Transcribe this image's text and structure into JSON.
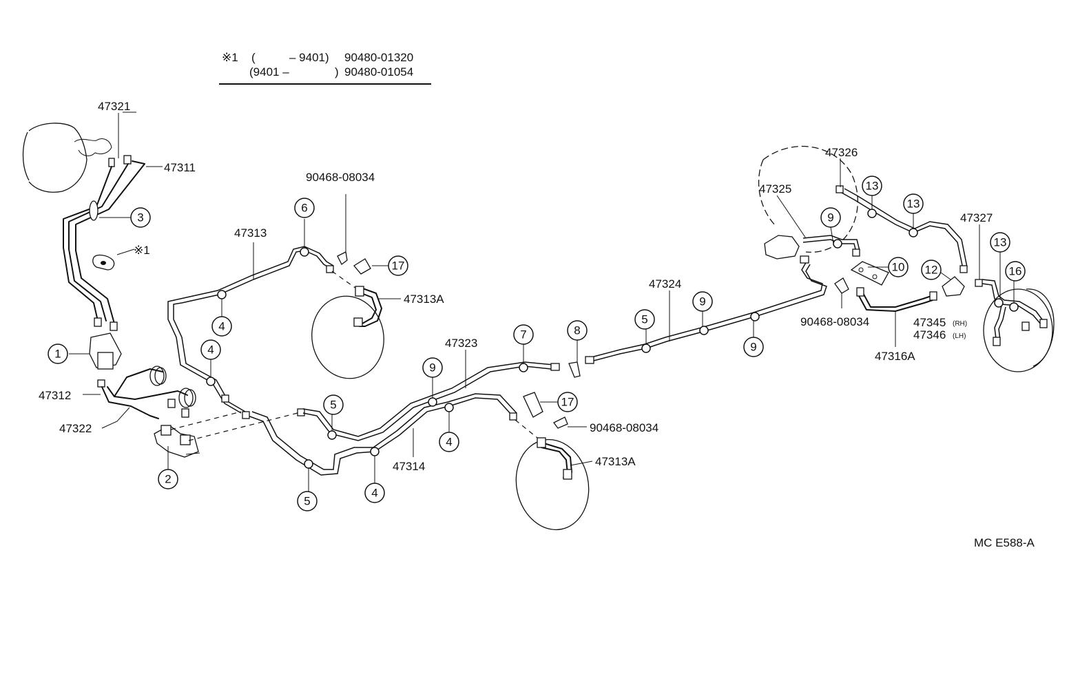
{
  "header_note": {
    "line1_ref": "※1",
    "line1_range_open": "(",
    "line1_range_end": "– 9401)",
    "line1_part": "90480-01320",
    "line2_range": "(9401 –",
    "line2_range_close": ")",
    "line2_part": "90480-01054"
  },
  "part_labels": {
    "p47321": "47321",
    "p47311": "47311",
    "p47312": "47312",
    "p47322": "47322",
    "p47313": "47313",
    "p90468_top": "90468-08034",
    "p47313A_top": "47313A",
    "p47323": "47323",
    "p47314": "47314",
    "p90468_mid": "90468-08034",
    "p47313A_bottom": "47313A",
    "p47324": "47324",
    "p47326": "47326",
    "p47325": "47325",
    "p47327": "47327",
    "p90468_right": "90468-08034",
    "p47316A": "47316A",
    "p47345": "47345",
    "p47345_side": "(RH)",
    "p47346": "47346",
    "p47346_side": "(LH)",
    "ref_star": "※1",
    "diagram_code": "MC E588-A"
  },
  "callouts": [
    {
      "id": "c1",
      "num": "1"
    },
    {
      "id": "c2",
      "num": "2"
    },
    {
      "id": "c3",
      "num": "3"
    },
    {
      "id": "c4a",
      "num": "4"
    },
    {
      "id": "c4b",
      "num": "4"
    },
    {
      "id": "c4c",
      "num": "4"
    },
    {
      "id": "c4d",
      "num": "4"
    },
    {
      "id": "c5a",
      "num": "5"
    },
    {
      "id": "c5b",
      "num": "5"
    },
    {
      "id": "c5c",
      "num": "5"
    },
    {
      "id": "c6",
      "num": "6"
    },
    {
      "id": "c7",
      "num": "7"
    },
    {
      "id": "c8",
      "num": "8"
    },
    {
      "id": "c9a",
      "num": "9"
    },
    {
      "id": "c9b",
      "num": "9"
    },
    {
      "id": "c9c",
      "num": "9"
    },
    {
      "id": "c9d",
      "num": "9"
    },
    {
      "id": "c10",
      "num": "10"
    },
    {
      "id": "c12",
      "num": "12"
    },
    {
      "id": "c13a",
      "num": "13"
    },
    {
      "id": "c13b",
      "num": "13"
    },
    {
      "id": "c13c",
      "num": "13"
    },
    {
      "id": "c16",
      "num": "16"
    },
    {
      "id": "c17a",
      "num": "17"
    },
    {
      "id": "c17b",
      "num": "17"
    }
  ]
}
